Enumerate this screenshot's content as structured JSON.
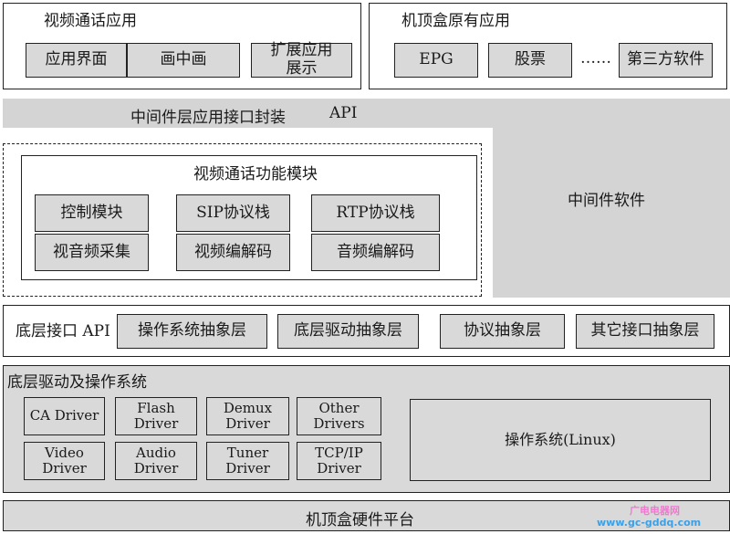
{
  "video_call_app": {
    "title": "视频通话应用",
    "items": [
      "应用界面",
      "画中画",
      "扩展应用\n展示"
    ]
  },
  "stb_native_app": {
    "title": "机顶盒原有应用",
    "items": [
      "EPG",
      "股票",
      "第三方软件"
    ],
    "ellipsis": "……"
  },
  "middleware_api": {
    "label": "中间件层应用接口封装",
    "api": "API"
  },
  "middleware_software": {
    "label": "中间件软件"
  },
  "video_call_module": {
    "title": "视频通话功能模块",
    "items": [
      "控制模块",
      "SIP协议栈",
      "RTP协议栈",
      "视音频采集",
      "视频编解码",
      "音频编解码"
    ]
  },
  "low_level_api": {
    "label": "底层接口 API",
    "items": [
      "操作系统抽象层",
      "底层驱动抽象层",
      "协议抽象层",
      "其它接口抽象层"
    ]
  },
  "drivers_os": {
    "title": "底层驱动及操作系统",
    "drivers": [
      "CA Driver",
      "Flash Driver",
      "Demux\nDriver",
      "Other\nDrivers",
      "Video Driver",
      "Audio Driver",
      "Tuner\nDriver",
      "TCP/IP\nDriver"
    ],
    "os": "操作系统(Linux)"
  },
  "hardware": {
    "label": "机顶盒硬件平台"
  },
  "watermark": {
    "line1": "广电电器网",
    "line2": "www.gc-gddq.com"
  }
}
